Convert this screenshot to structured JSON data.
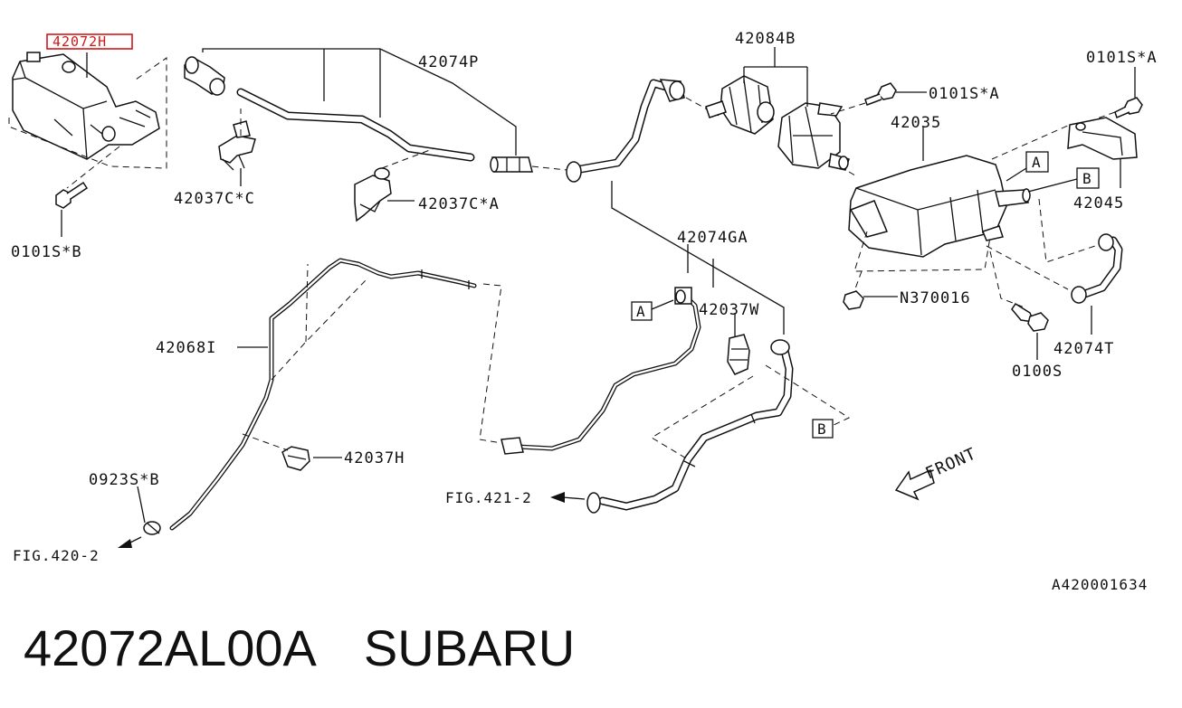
{
  "callouts": {
    "highlighted": "42072H",
    "p42074P": "42074P",
    "p42084B": "42084B",
    "p0101SA_top": "0101S*A",
    "p0101SA_mid": "0101S*A",
    "p42035": "42035",
    "p42045": "42045",
    "p42037CC": "42037C*C",
    "p42037CA": "42037C*A",
    "p0101SB": "0101S*B",
    "p42074GA": "42074GA",
    "p42037W": "42037W",
    "p42068I": "42068I",
    "pN370016": "N370016",
    "p42074T": "42074T",
    "p0100S": "0100S",
    "p42037H": "42037H",
    "p0923SB": "0923S*B"
  },
  "connectors": {
    "A": "A",
    "B": "B"
  },
  "figure_refs": {
    "fig421": "FIG.421-2",
    "fig420": "FIG.420-2"
  },
  "front_label": "FRONT",
  "diagram_id": "A420001634",
  "caption": {
    "part_number": "42072AL00A",
    "brand": "SUBARU"
  },
  "colors": {
    "line": "#111111",
    "highlight": "#d01818"
  }
}
